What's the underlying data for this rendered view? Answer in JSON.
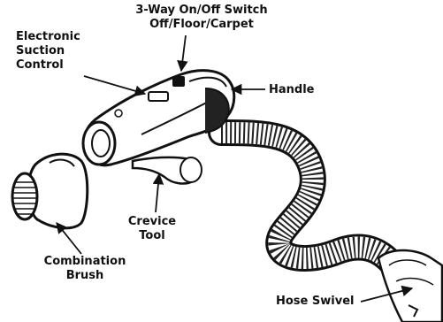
{
  "labels": {
    "switch_line1": "3-Way On/Off Switch",
    "switch_line2": "Off/Floor/Carpet",
    "suction_line1": "Electronic",
    "suction_line2": "Suction",
    "suction_line3": "Control",
    "handle": "Handle",
    "crevice_line1": "Crevice",
    "crevice_line2": "Tool",
    "brush_line1": "Combination",
    "brush_line2": "Brush",
    "hose_swivel": "Hose Swivel"
  }
}
